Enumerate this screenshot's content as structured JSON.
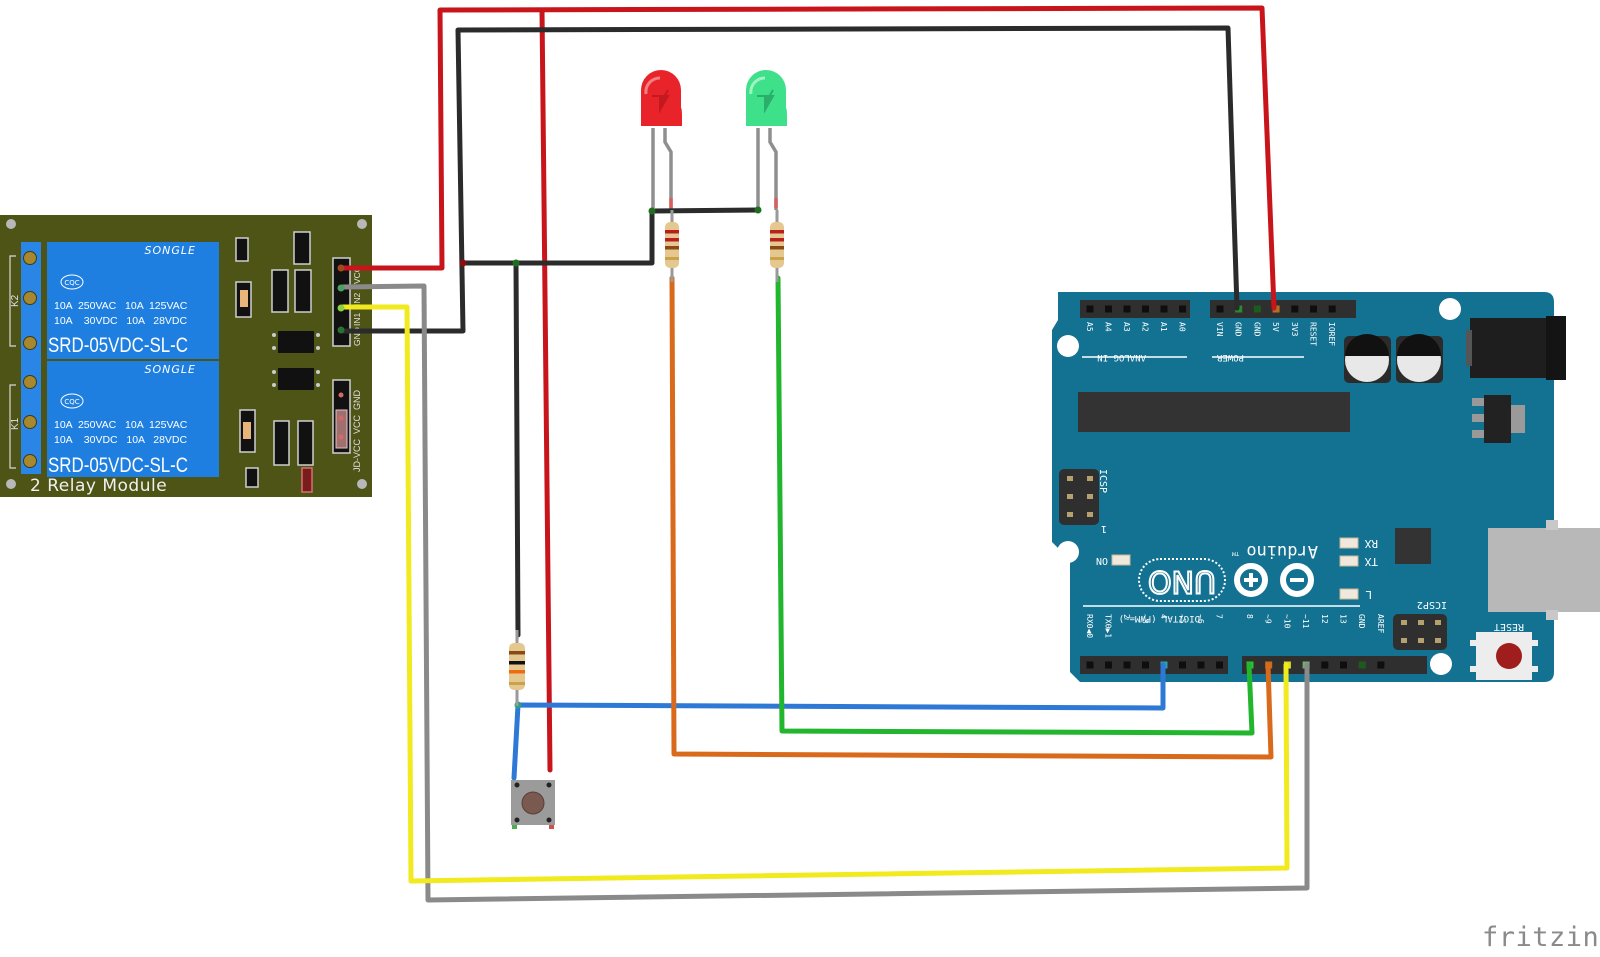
{
  "relay_module": {
    "title": "2 Relay Module",
    "relays": [
      {
        "brand": "SONGLE",
        "cert": "CQC",
        "rating_line1": "10A  250VAC   10A  125VAC",
        "rating_line2": "10A    30VDC   10A   28VDC",
        "model": "SRD-05VDC-SL-C",
        "channel_label": "K2"
      },
      {
        "brand": "SONGLE",
        "cert": "CQC",
        "rating_line1": "10A  250VAC   10A  125VAC",
        "rating_line2": "10A    30VDC   10A   28VDC",
        "model": "SRD-05VDC-SL-C",
        "channel_label": "K1"
      }
    ],
    "input_pins": [
      "VCC",
      "IN2",
      "IN1",
      "GND"
    ],
    "jumper_label": "JD-VCC  VCC  GND",
    "colors": {
      "pcb": "#4d5416",
      "relay": "#1f7fe0",
      "terminal": "#2a86e6"
    }
  },
  "leds": [
    {
      "name": "red-led",
      "color": "#e8242a"
    },
    {
      "name": "green-led",
      "color": "#3ee08a"
    }
  ],
  "resistors": [
    "led-red-resistor",
    "led-green-resistor",
    "button-pulldown-resistor"
  ],
  "pushbutton": {
    "name": "pushbutton"
  },
  "arduino": {
    "model": "UNO",
    "brand": "Arduino",
    "tm": "TM",
    "analog_header_label": "ANALOG IN",
    "analog_pins": [
      "A5",
      "A4",
      "A3",
      "A2",
      "A1",
      "A0"
    ],
    "power_header_label": "POWER",
    "power_pins": [
      "VIN",
      "GND",
      "GND",
      "5V",
      "3V3",
      "RESET",
      "IOREF"
    ],
    "digital_header_label": "DIGITAL (PWM=~)",
    "digital_pins_left": [
      "RX0◀0",
      "TX0▶1",
      "2",
      "~3",
      "4",
      "~5",
      "~6",
      "7"
    ],
    "digital_pins_right": [
      "8",
      "~9",
      "~10",
      "~11",
      "12",
      "13",
      "GND",
      "AREF"
    ],
    "icsp_label": "ICSP",
    "icsp_pin1": "1",
    "icsp2_label": "ICSP2",
    "reset_label": "RESET",
    "leds": [
      "ON",
      "RX",
      "TX",
      "L"
    ],
    "colors": {
      "board": "#137191",
      "dark": "#333333"
    }
  },
  "wires": [
    {
      "name": "wire-5v-red",
      "color": "#c8151b"
    },
    {
      "name": "wire-gnd-black",
      "color": "#2b2b2b"
    },
    {
      "name": "wire-in2-gray",
      "color": "#8a8a8a"
    },
    {
      "name": "wire-in1-yellow",
      "color": "#f0ea1e"
    },
    {
      "name": "wire-button-blue",
      "color": "#2f79d6"
    },
    {
      "name": "wire-green-led",
      "color": "#22b52e"
    },
    {
      "name": "wire-red-led-orange",
      "color": "#d96a1c"
    }
  ],
  "logo": {
    "text": "fritzing"
  }
}
